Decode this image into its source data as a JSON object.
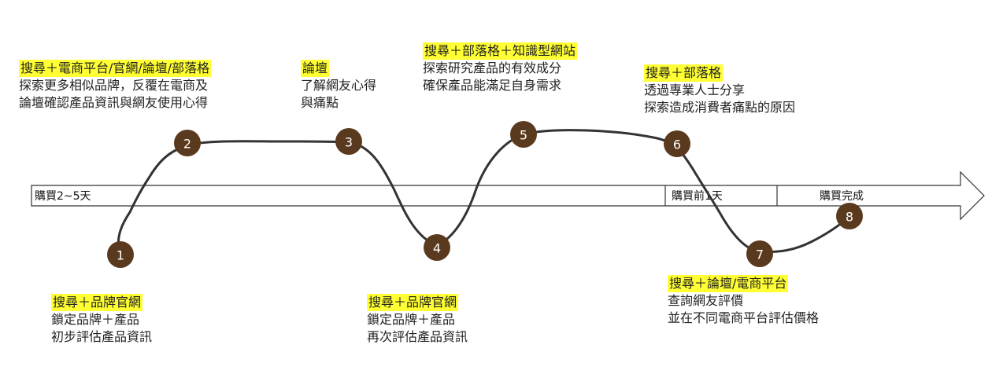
{
  "colors": {
    "highlight": "#FFFF33",
    "marker": "#5A3A1E",
    "curve": "#333333",
    "arrow_stroke": "#333333"
  },
  "stages": [
    {
      "label": "購買2~5天"
    },
    {
      "label": "購買前1天"
    },
    {
      "label": "購買完成"
    }
  ],
  "markers": [
    {
      "num": "1"
    },
    {
      "num": "2"
    },
    {
      "num": "3"
    },
    {
      "num": "4"
    },
    {
      "num": "5"
    },
    {
      "num": "6"
    },
    {
      "num": "7"
    },
    {
      "num": "8"
    }
  ],
  "notes": [
    {
      "channel": "搜尋＋品牌官網",
      "lines": [
        "鎖定品牌＋產品",
        "初步評估產品資訊"
      ]
    },
    {
      "channel": "搜尋＋電商平台/官網/論壇/部落格",
      "lines": [
        "探索更多相似品牌，反覆在電商及",
        "論壇確認產品資訊與網友使用心得"
      ]
    },
    {
      "channel": "論壇",
      "lines": [
        "了解網友心得",
        "與痛點"
      ]
    },
    {
      "channel": "搜尋＋品牌官網",
      "lines": [
        "鎖定品牌＋產品",
        "再次評估產品資訊"
      ]
    },
    {
      "channel": "搜尋＋部落格＋知識型網站",
      "lines": [
        "探索研究產品的有效成分",
        "確保產品能滿足自身需求"
      ]
    },
    {
      "channel": "搜尋＋部落格",
      "lines": [
        "透過專業人士分享",
        "探索造成消費者痛點的原因"
      ]
    },
    {
      "channel": "搜尋＋論壇/電商平台",
      "lines": [
        "查詢網友評價",
        "並在不同電商平台評估價格"
      ]
    }
  ]
}
